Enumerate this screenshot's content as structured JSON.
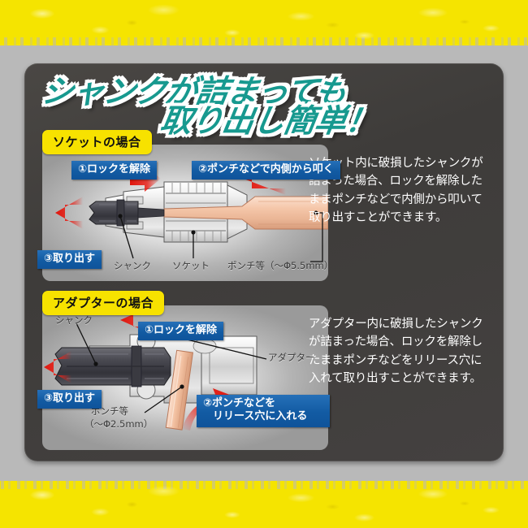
{
  "headline": {
    "line1": "シャンクが詰まっても",
    "line2": "取り出し簡単！",
    "color": "#17998f",
    "outline": "#ffffff"
  },
  "theme": {
    "band_yellow": "#f5e400",
    "panel_dark": "#433f3d",
    "tag_yellow": "#f7e200",
    "badge_blue": "#125ba3",
    "arrow_red": "#e8231a",
    "punch_tan": "#f3c3a5",
    "shank_dark": "#3f3f44"
  },
  "sections": [
    {
      "tag": "ソケットの場合",
      "body": "ソケット内に破損したシャンクが詰まった場合、ロックを解除したままポンチなどで内側から叩いて取り出すことができます。",
      "callouts": [
        {
          "text": "①ロックを解除"
        },
        {
          "text": "②ポンチなどで内側から叩く"
        },
        {
          "text": "③取り出す"
        }
      ],
      "part_labels": [
        {
          "text": "シャンク"
        },
        {
          "text": "ソケット"
        },
        {
          "text": "ポンチ等（～Φ5.5mm）"
        }
      ]
    },
    {
      "tag": "アダプターの場合",
      "body": "アダプター内に破損したシャンクが詰まった場合、ロックを解除したままポンチなどをリリース穴に入れて取り出すことができます。",
      "callouts": [
        {
          "text": "①ロックを解除"
        },
        {
          "text": "②ポンチなどを",
          "text2": "リリース穴に入れる"
        },
        {
          "text": "③取り出す"
        }
      ],
      "part_labels": [
        {
          "text": "シャンク"
        },
        {
          "text": "アダプター"
        },
        {
          "text": "ポンチ等"
        },
        {
          "text": "（～Φ2.5mm）"
        }
      ]
    }
  ]
}
